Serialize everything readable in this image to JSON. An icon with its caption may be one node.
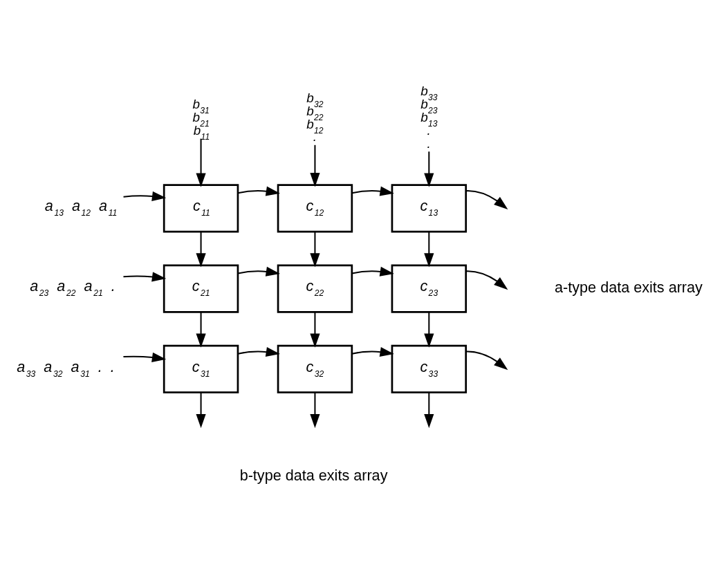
{
  "diagram": {
    "nodes": [
      {
        "text": [
          "b$_{31}$ b$_{21}$ b$_{11}$"
        ]
      },
      {
        "text": [
          "b$_{32}$ b$_{22}$ b$_{12}$ ."
        ]
      },
      {
        "text": [
          "b$_{33}$ b$_{23}$ b$_{13}$ . ."
        ]
      },
      {
        "text": [
          "a$_{13}$ a$_{12}$ a$_{11}$"
        ]
      },
      {
        "text": [
          "c$_{11}$"
        ]
      },
      {
        "text": [
          "c$_{12}$"
        ]
      },
      {
        "text": [
          "c$_{13}$"
        ]
      },
      {
        "text": [
          "a$_{23}$ a$_{22}$ a$_{21}$ ."
        ]
      },
      {
        "text": [
          "c$_{21}$"
        ]
      },
      {
        "text": [
          "c$_{22}$"
        ]
      },
      {
        "text": [
          "c$_{23}$"
        ]
      },
      {
        "text": [
          "a$_{33}$ a$_{32}$ a$_{31}$ . ."
        ]
      },
      {
        "text": [
          "c$_{31}$"
        ]
      },
      {
        "text": [
          "c$_{32}$"
        ]
      },
      {
        "text": [
          "c$_{33}$"
        ]
      }
    ],
    "edges": [
      {
        "from": 0,
        "to": 4,
        "arrow": "to"
      },
      {
        "from": 1,
        "to": 5,
        "arrow": "to"
      },
      {
        "from": 2,
        "to": 6,
        "arrow": "to"
      },
      {
        "from": 3,
        "to": 4,
        "arrow": "to"
      },
      {
        "from": 4,
        "to": 5,
        "arrow": "to"
      },
      {
        "from": 5,
        "to": 6,
        "arrow": "to"
      },
      {
        "from": 6,
        "to": null,
        "arrow": "to"
      },
      {
        "from": 4,
        "to": 8,
        "arrow": "to"
      },
      {
        "from": 5,
        "to": 9,
        "arrow": "to"
      },
      {
        "from": 6,
        "to": 10,
        "arrow": "to"
      },
      {
        "from": 7,
        "to": 8,
        "arrow": "to"
      },
      {
        "from": 8,
        "to": 9,
        "arrow": "to"
      },
      {
        "from": 9,
        "to": 10,
        "arrow": "to"
      },
      {
        "from": 10,
        "to": null,
        "arrow": "to"
      },
      {
        "from": 8,
        "to": 12,
        "arrow": "to"
      },
      {
        "from": 9,
        "to": 13,
        "arrow": "to"
      },
      {
        "from": 10,
        "to": 14,
        "arrow": "to"
      },
      {
        "from": 11,
        "to": 12,
        "arrow": "to"
      },
      {
        "from": 12,
        "to": 13,
        "arrow": "to"
      },
      {
        "from": 13,
        "to": 14,
        "arrow": "to"
      },
      {
        "from": 14,
        "to": null,
        "arrow": "to"
      },
      {
        "from": 12,
        "to": null,
        "arrow": "to"
      },
      {
        "from": 13,
        "to": null,
        "arrow": "to"
      },
      {
        "from": 14,
        "to": null,
        "arrow": "to"
      }
    ],
    "labels": [
      "a-type data exits array",
      "b-type data exits array"
    ]
  }
}
